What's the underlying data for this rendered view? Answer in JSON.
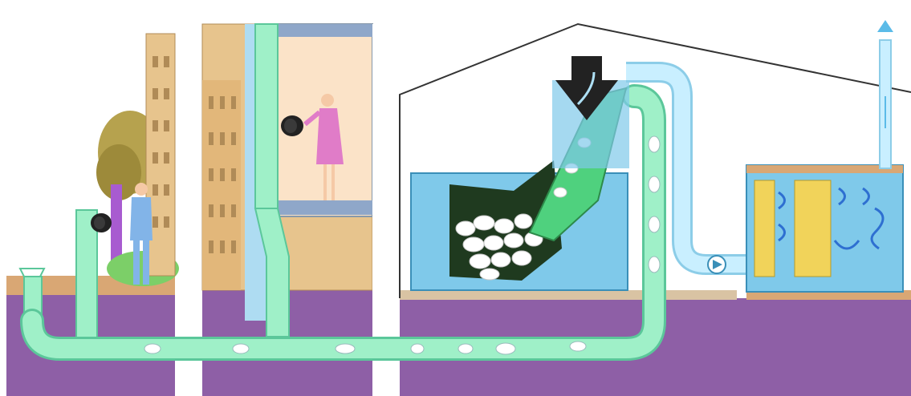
{
  "diagram": {
    "kind": "pneumatic waste collection system illustration",
    "stages": [
      {
        "id": "street-inlet",
        "icon": "outdoor-disposal-inlet"
      },
      {
        "id": "residential-building",
        "icon": "apartment-chute"
      },
      {
        "id": "underground-pipe-network",
        "icon": "pipe-network"
      },
      {
        "id": "collection-terminal",
        "icon": "terminal-building"
      },
      {
        "id": "compaction-container",
        "icon": "waste-container"
      },
      {
        "id": "air-filter-fans",
        "icon": "fan-filter-unit"
      },
      {
        "id": "exhaust-stack",
        "icon": "exhaust-arrow"
      }
    ],
    "colors": {
      "pipe": "#9ff0c8",
      "pipe_edge": "#5bc79a",
      "air_duct": "#c9efff",
      "soil": "#8e5fa6",
      "building": "#e7c48d",
      "terminal_blue": "#7fc9ea",
      "filter_yellow": "#f1d35a"
    }
  }
}
